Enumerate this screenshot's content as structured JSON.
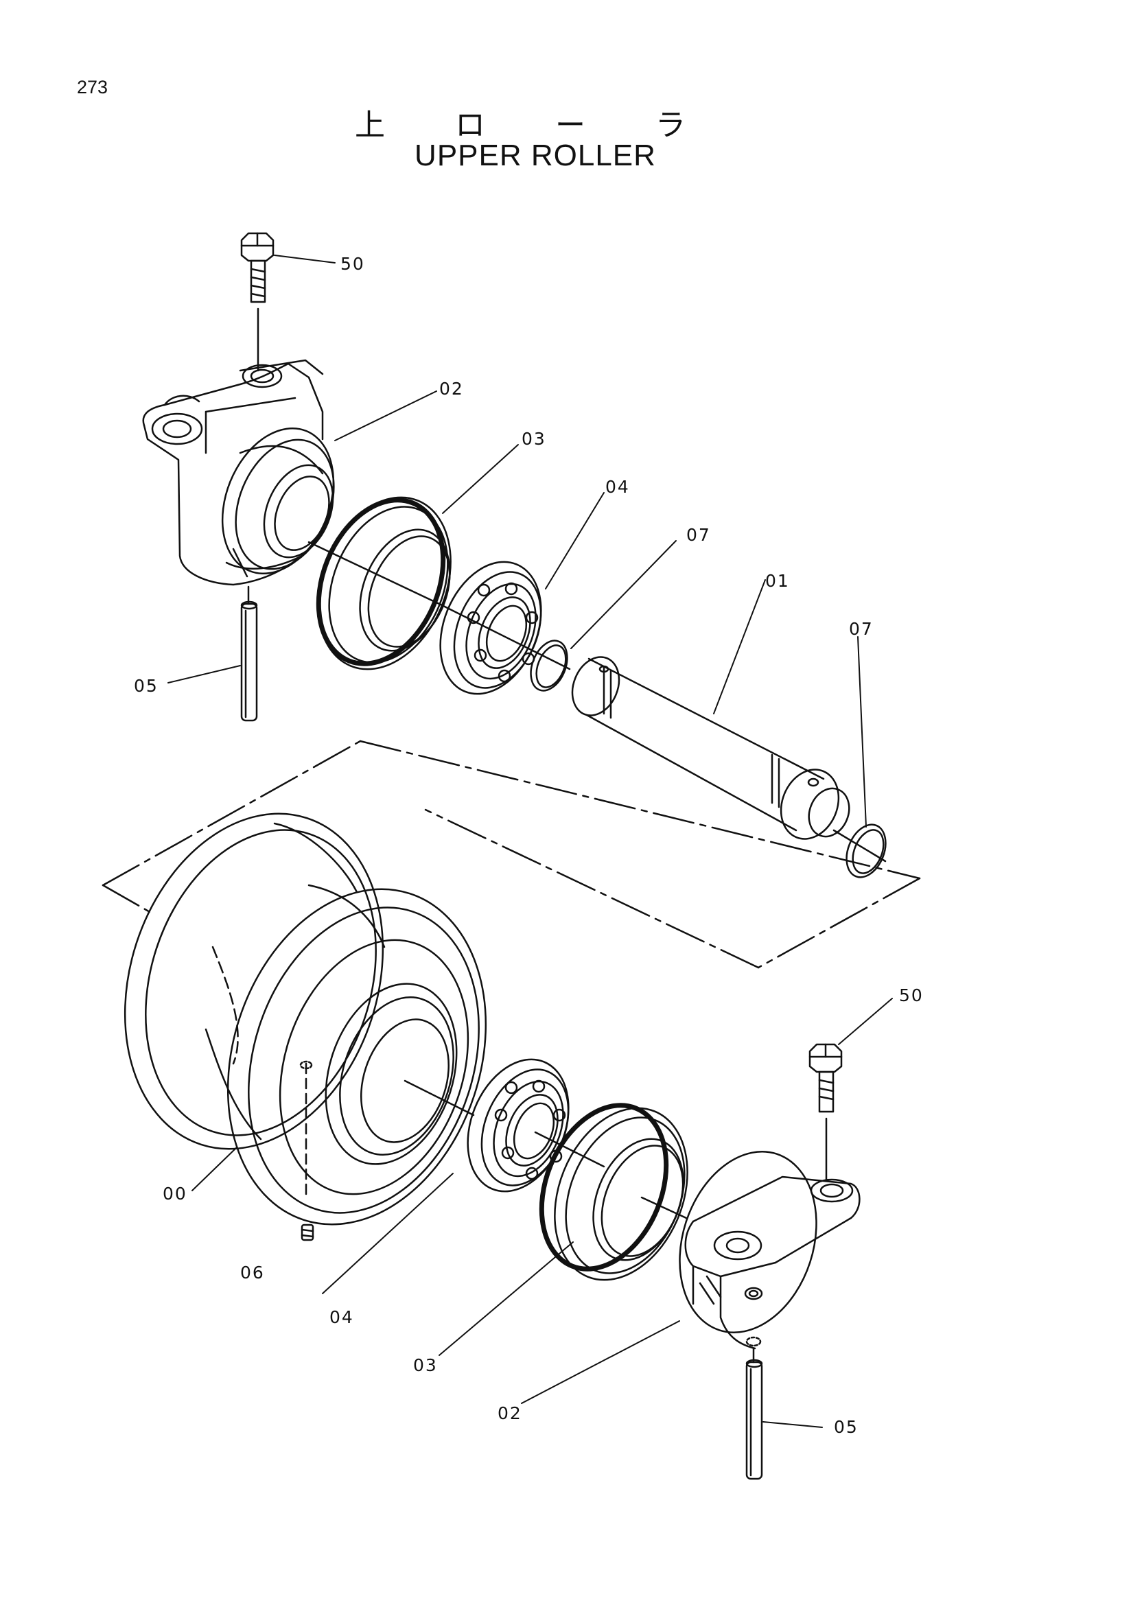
{
  "page_number": "273",
  "title_jp": "上 ロ ー ラ",
  "title_en": "UPPER ROLLER",
  "callouts": {
    "bolt_top": "50",
    "bracket_top": "02",
    "seal_top": "03",
    "bearing_top": "04",
    "oring_top": "07",
    "shaft": "01",
    "oring_right": "07",
    "pin_top": "05",
    "bolt_bottom": "50",
    "roller": "00",
    "plug": "06",
    "bearing_bottom": "04",
    "seal_bottom": "03",
    "bracket_bottom": "02",
    "pin_bottom": "05"
  }
}
